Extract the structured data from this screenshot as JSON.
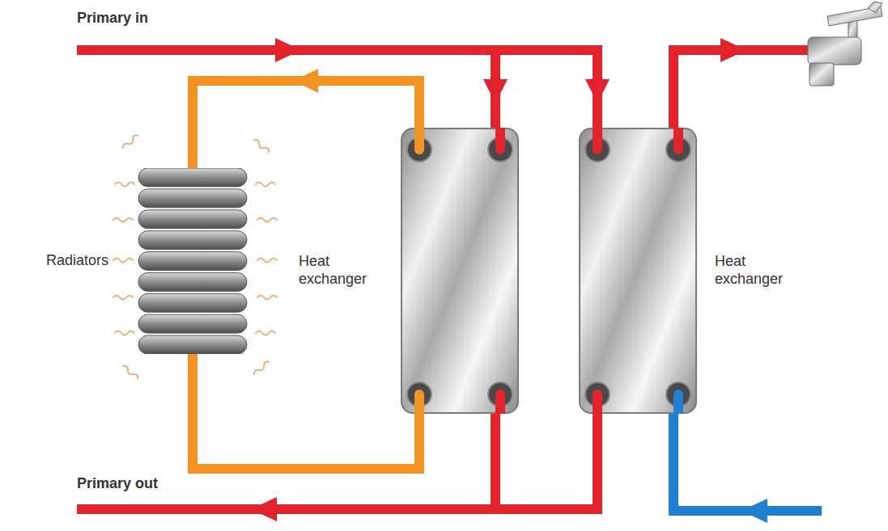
{
  "diagram": {
    "nodes": [
      {
        "text": [
          "Radiators"
        ]
      },
      {
        "text": [
          "Heat exchanger"
        ]
      },
      {
        "text": [
          "Heat exchanger"
        ]
      }
    ],
    "edges": [
      {
        "from": 1,
        "to": 0,
        "arrow": "to"
      },
      {
        "from": 0,
        "to": 1,
        "arrow": "none"
      }
    ],
    "labels": [
      "Primary in",
      "Primary out"
    ]
  }
}
